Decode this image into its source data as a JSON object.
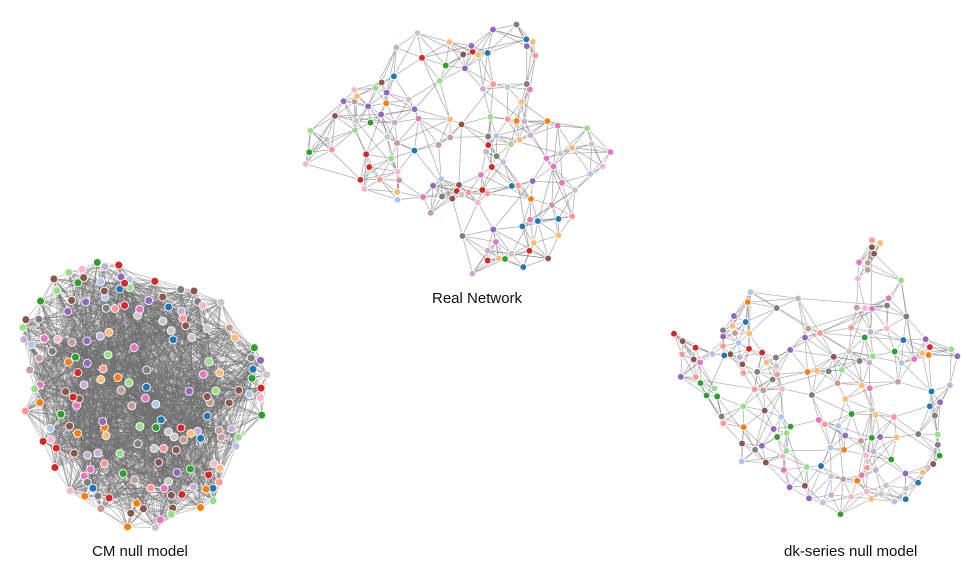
{
  "figure": {
    "networks": [
      {
        "id": "real",
        "caption": "Real Network",
        "node_count": 130
      },
      {
        "id": "cm",
        "caption": "CM null model",
        "node_count": 175
      },
      {
        "id": "dk",
        "caption": "dk-series null model",
        "node_count": 160
      }
    ],
    "edge_color": "#6f6f6f",
    "node_palette": [
      "#1f77b4",
      "#aec7e8",
      "#ff7f0e",
      "#ffbb78",
      "#2ca02c",
      "#98df8a",
      "#d62728",
      "#ff9896",
      "#9467bd",
      "#c5b0d5",
      "#8c564b",
      "#c49c94",
      "#e377c2",
      "#f7b6d2",
      "#7f7f7f",
      "#c7c7c7"
    ]
  }
}
